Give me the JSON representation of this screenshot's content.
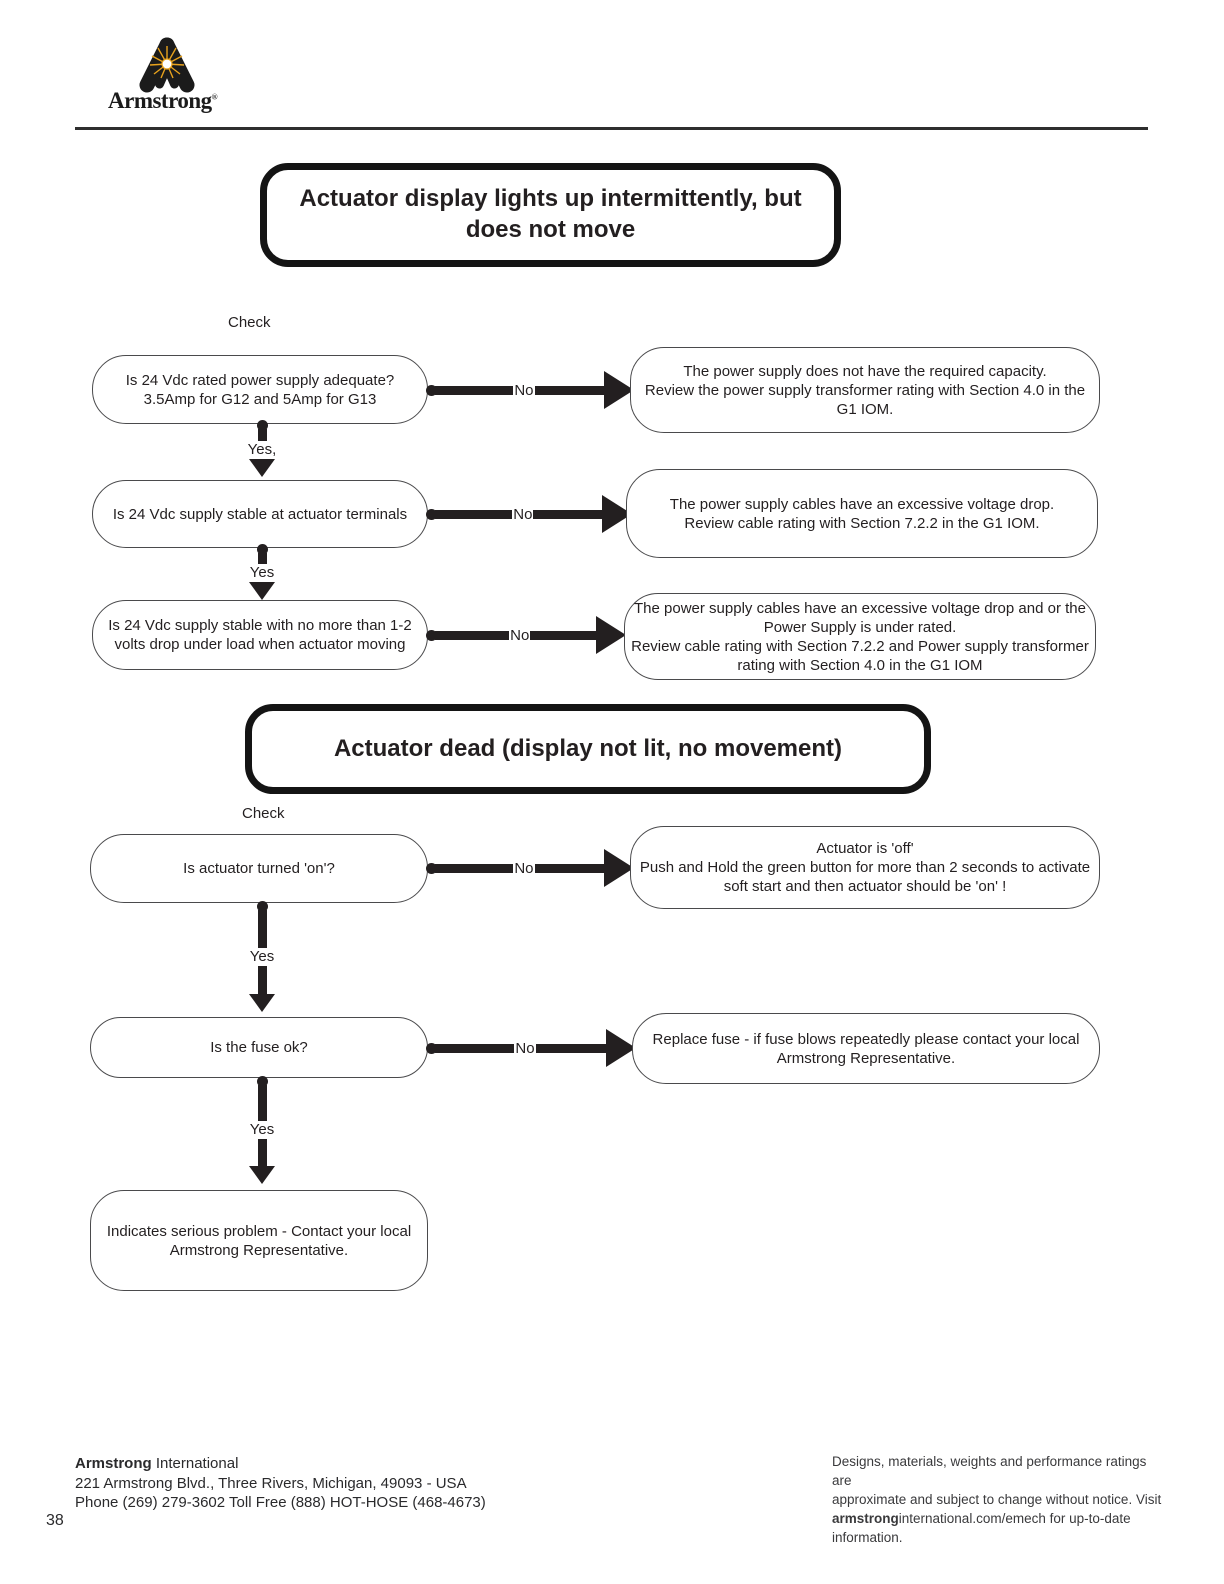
{
  "header": {
    "brand": "Armstrong",
    "registered": "®"
  },
  "flowchart1": {
    "title": "Actuator display lights up intermittently, but\ndoes not move",
    "check_label": "Check",
    "rows": [
      {
        "question": "Is 24 Vdc rated power supply adequate?\n3.5Amp for G12 and 5Amp for G13",
        "no_label": "No",
        "answer": "The power supply does not have the required capacity.\nReview the power supply transformer rating with Section 4.0 in the G1 IOM.",
        "yes_label": "Yes,"
      },
      {
        "question": "Is 24 Vdc supply stable at actuator terminals",
        "no_label": "No",
        "answer": "The power supply cables have an excessive voltage drop.\nReview cable rating with Section 7.2.2 in the G1 IOM.",
        "yes_label": "Yes"
      },
      {
        "question": "Is 24 Vdc supply stable with no more than 1-2\nvolts drop under load when actuator moving",
        "no_label": "No",
        "answer": "The power supply cables have an excessive voltage drop and or the\nPower Supply is under rated.\nReview cable rating with Section 7.2.2 and Power supply transformer\nrating with Section 4.0 in the G1 IOM"
      }
    ]
  },
  "flowchart2": {
    "title": "Actuator dead (display not lit, no movement)",
    "check_label": "Check",
    "rows": [
      {
        "question": "Is actuator turned 'on'?",
        "no_label": "No",
        "answer": "Actuator is 'off'\nPush and Hold the green button for more than 2 seconds to activate\nsoft start and then actuator should be 'on' !",
        "yes_label": "Yes"
      },
      {
        "question": "Is the fuse ok?",
        "no_label": "No",
        "answer": "Replace fuse - if fuse blows repeatedly please contact your local\nArmstrong Representative.",
        "yes_label": "Yes"
      }
    ],
    "final_note": "Indicates serious problem - Contact your local\nArmstrong Representative."
  },
  "footer": {
    "company_bold": "Armstrong",
    "company_rest": " International",
    "address": "221 Armstrong Blvd., Three Rivers, Michigan, 49093 - USA",
    "phone": "Phone (269) 279-3602 Toll Free (888) HOT-HOSE (468-4673)",
    "notice_line1": "Designs, materials, weights and performance ratings are",
    "notice_line2": "approximate and subject to change without notice. Visit",
    "notice_bold": "armstrong",
    "notice_rest": "international.com/emech for up-to-date information.",
    "page_number": "38"
  }
}
